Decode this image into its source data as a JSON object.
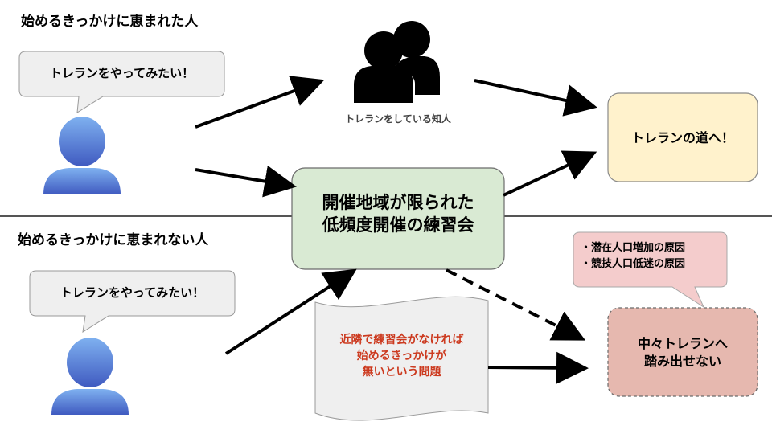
{
  "section_top": {
    "title": "始めるきっかけに恵まれた人"
  },
  "section_bottom": {
    "title": "始めるきっかけに恵まれない人"
  },
  "bubble_top": {
    "text": "トレランをやってみたい！"
  },
  "bubble_bottom": {
    "text": "トレランをやってみたい！"
  },
  "acquaintance": {
    "label": "トレランをしている知人",
    "icon": "people-group-icon"
  },
  "path_box": {
    "text": "トレランの道へ！",
    "fill": "#fff2cc",
    "stroke": "#8a8a8a"
  },
  "practice_box": {
    "lines": [
      "開催地域が限られた",
      "低頻度開催の練習会"
    ],
    "fill": "#d9ead3",
    "stroke": "#6b6b6b"
  },
  "causes_bubble": {
    "lines": [
      "・潜在人口増加の原因",
      "・競技人口低迷の原因"
    ],
    "fill": "#f4cccc"
  },
  "blocked_box": {
    "lines": [
      "中々トレランへ",
      "踏み出せない"
    ],
    "fill": "#e6b8af"
  },
  "problem_banner": {
    "lines": [
      "近隣で練習会がなければ",
      "始めるきっかけが",
      "無いという問題"
    ],
    "fill": "#efefef",
    "text_color": "#cc3a1f"
  },
  "colors": {
    "person_top": "#7fb1f0",
    "person_bottom": "#3f5ac0",
    "bubble_fill": "#efefef",
    "divider": "#555555",
    "arrow": "#000000"
  }
}
